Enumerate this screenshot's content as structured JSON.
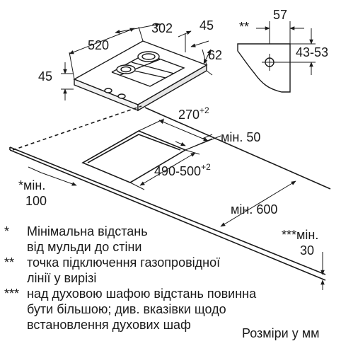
{
  "dimensions": {
    "d302": "302",
    "d45_top": "45",
    "d520": "520",
    "d62": "62",
    "d45_left": "45",
    "d57": "57",
    "d43_53": "43-53",
    "d270": "270",
    "d270_sup": "+2",
    "min50": "мін. 50",
    "d490_500": "490-500",
    "d490_500_sup": "+2",
    "min100_label": "мін.",
    "min100_value": "100",
    "min100_mark": "*",
    "min600": "мін. 600",
    "min30_label": "мін.",
    "min30_value": "30",
    "min30_mark": "***",
    "double_star": "**"
  },
  "notes": [
    {
      "mark": "*",
      "lines": [
        "Мінімальна відстань",
        "від мульди до стіни"
      ]
    },
    {
      "mark": "**",
      "lines": [
        "точка підключення газопровідної",
        "лінії у вирізі"
      ]
    },
    {
      "mark": "***",
      "lines": [
        "над духовою шафою відстань повинна",
        "бути більшою; див. вказівки щодо",
        "встановлення духових шаф"
      ]
    }
  ],
  "units_label": "Розміри у мм"
}
